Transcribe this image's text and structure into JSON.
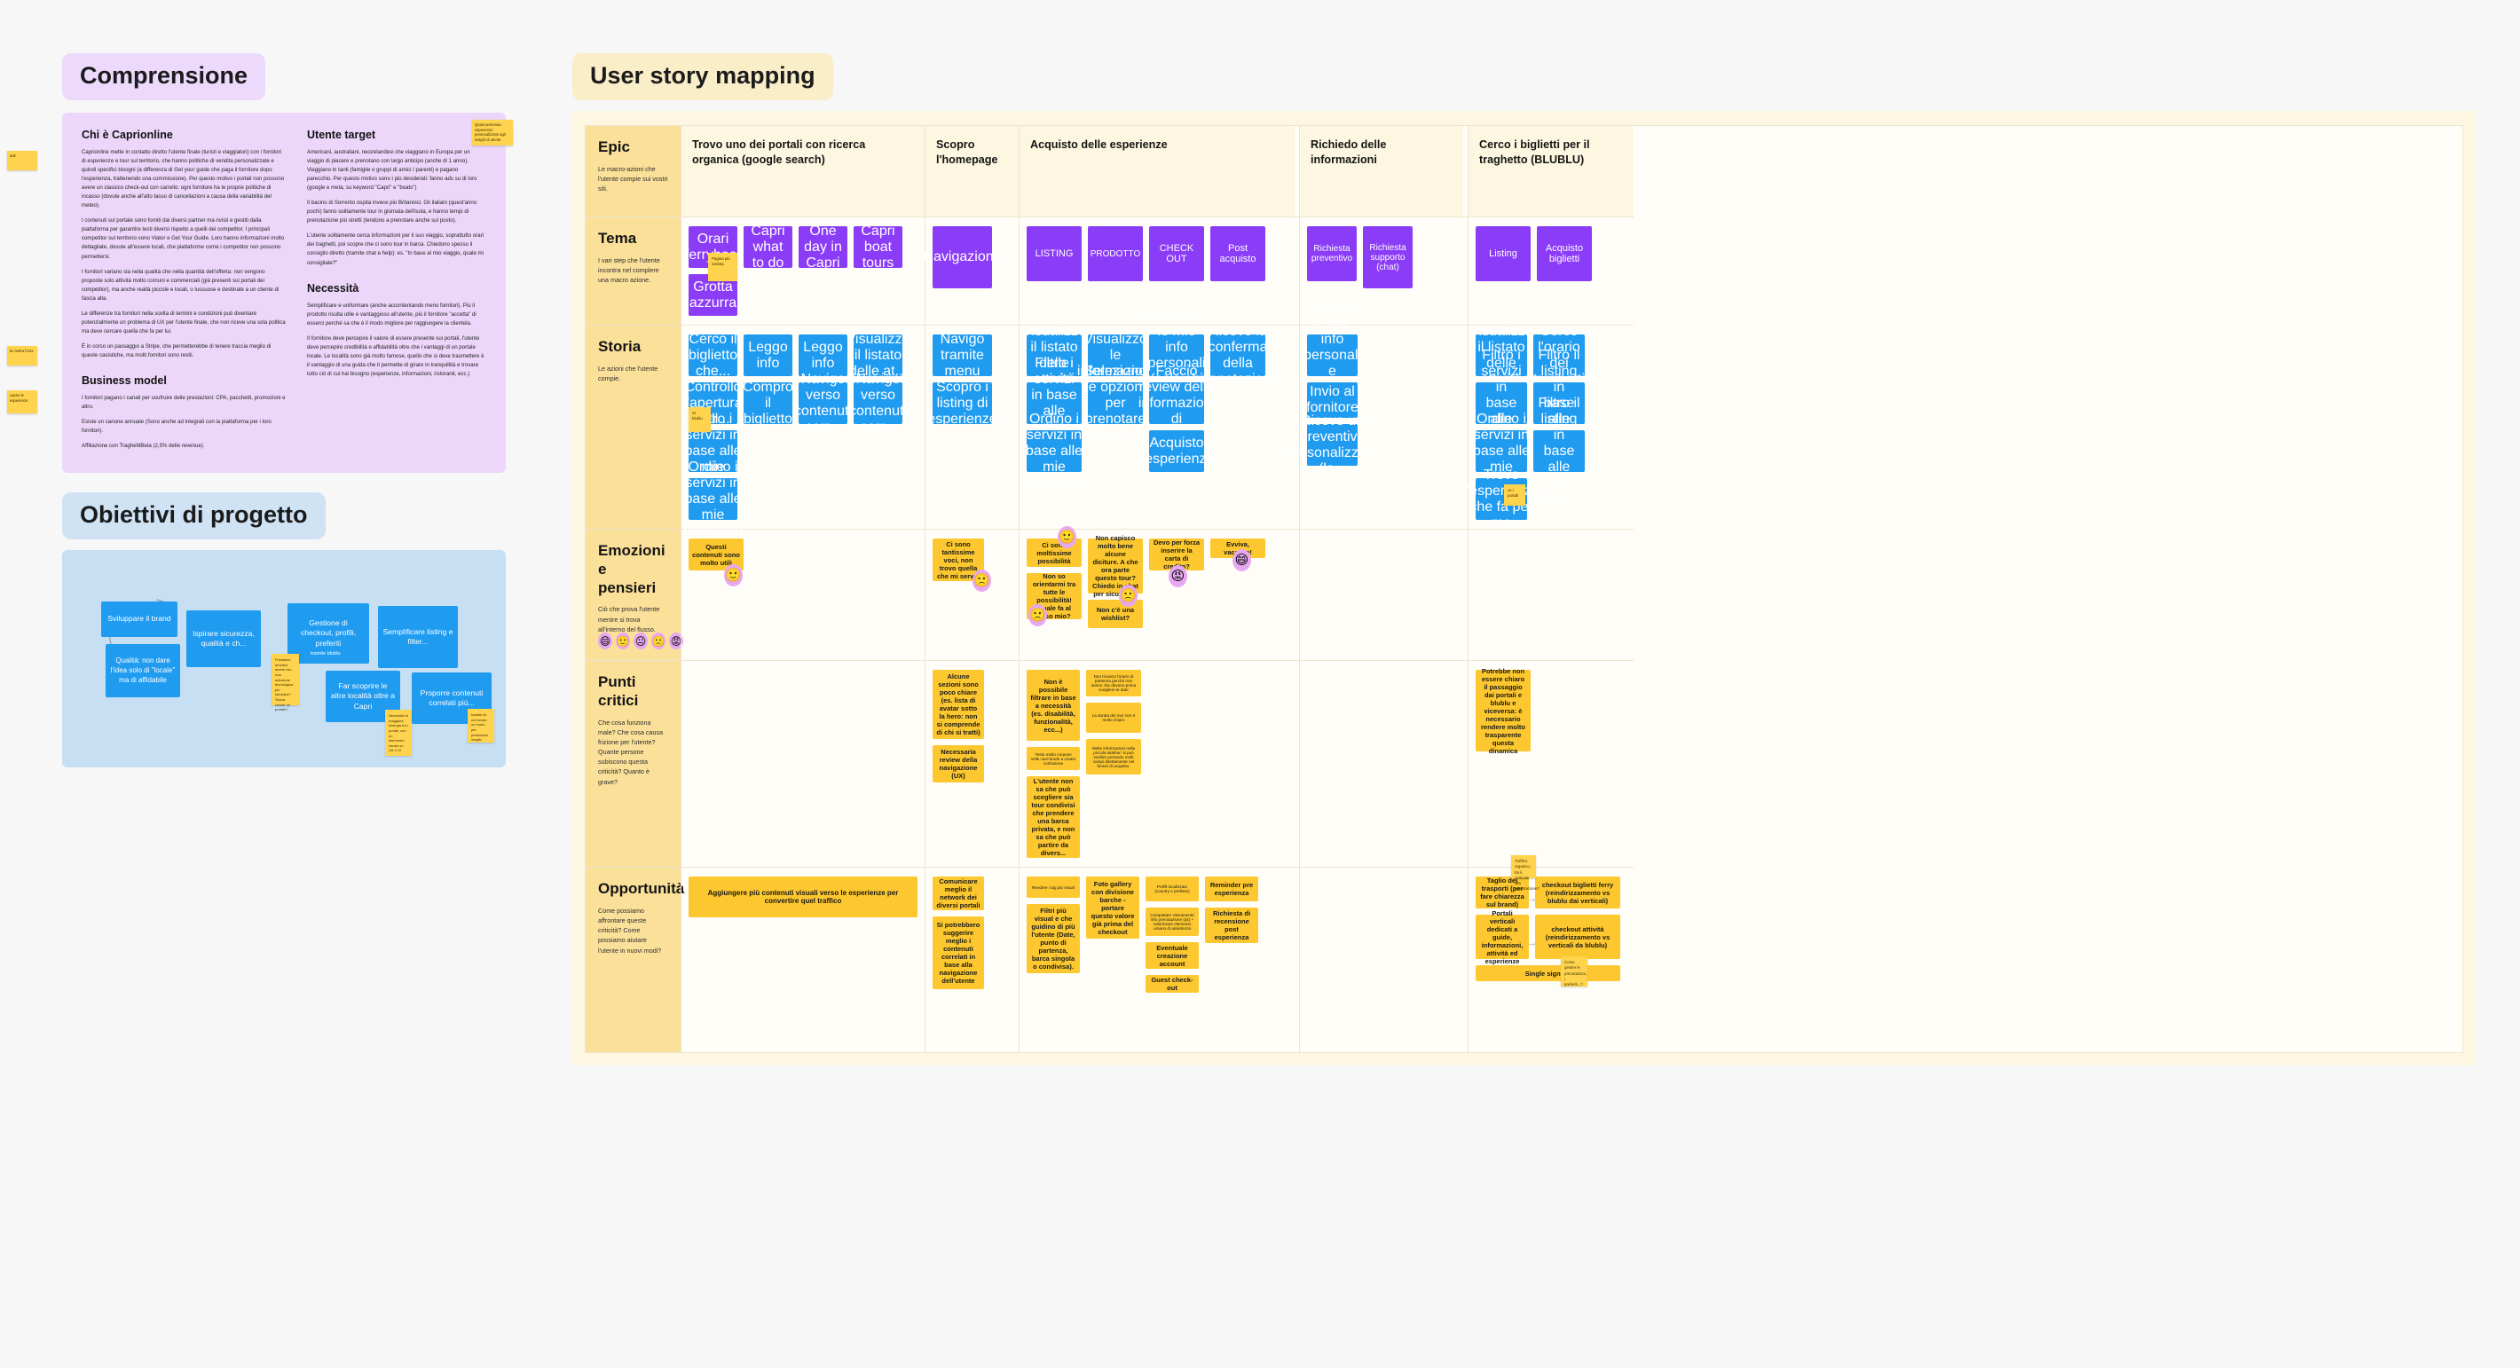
{
  "left": {
    "comprensione_title": "Comprensione",
    "obiettivi_title": "Obiettivi di progetto",
    "chi_title": "Chi è Caprionline",
    "chi_paras": [
      "Caprionline mette in contatto diretto l'utente finale (turisti e viaggiatori) con i fornitori di esperienze e tour sul territorio, che hanno politiche di vendita personalizzate e quindi specifici bisogni (a differenza di Get your guide che paga il fornitore dopo l'esperienza, trattenendo una commissione). Per questo motivo i portali non possono avere un classico check-out con carrello: ogni fornitore ha le proprie politiche di incasso (dovute anche all'alto tasso di cancellazioni a causa della variabilità del meteo).",
      "I contenuti sul portale sono forniti dai diversi partner ma rivisti e gestiti dalla piattaforma per garantire testi diversi rispetto a quelli dei competitor. I principali competitor sul territorio sono Viator e Get Your Guide. Loro hanno informazioni molto dettagliate, dovute all'essere locali, che piattaforme come i competitor non possono permettersi.",
      "I fornitori variano sia nella qualità che nella quantità dell'offerta: non vengono proposte solo attività molto comuni e commerciali (già presenti sui portali dei competitor), ma anche realtà piccole e locali, o lussuose e destinate a un cliente di fascia alta.",
      "Le differenze tra fornitori nella scelta di termini e condizioni può diventare potenzialmente un problema di UX per l'utente finale, che non riceve una sola politica ma deve cercare quella che fa per lui.",
      "È in corso un passaggio a Stripe, che permetterebbe di tenere traccia meglio di queste casistiche, ma molti fornitori sono restii."
    ],
    "business_title": "Business model",
    "business_paras": [
      "I fornitori pagano i canali per usufruire delle prestazioni: CPA, pacchetti, promozioni e altro.",
      "Esiste un canone annuale (Sono anche ad integrati con la piattaforma per i loro fornitori).",
      "Affiliazione con TraghettiBeta (2,5% delle revenue)."
    ],
    "utente_title": "Utente target",
    "utente_paras": [
      "Americani, australiani, neozelandesi che viaggiano in Europa per un viaggio di piacere e prenotano con largo anticipo (anche di 1 anno). Viaggiano in tanti (famiglie o gruppi di amici / parenti) e pagano parecchio. Per questo motivo sono i più desiderati: fanno ads su di loro (google e meta, su keyword \"Capri\" e \"boats\")",
      "Il bacino di Sorrento ospita invece più Britannici. Gli italiani (quest'anno pochi) fanno solitamente tour in giornata dell'isola, e hanno tempi di prenotazione più stretti (tendono a prenotare anche sul posto).",
      "L'utente solitamente cerca informazioni per il suo viaggio, soprattutto orari dei traghetti, poi scopre che ci sono tour in barca. Chiedono spesso il consiglio diretto (tramite chat e help): es. \"In base al mio viaggio, quale mi consigliate?\""
    ],
    "necessita_title": "Necessità",
    "necessita_paras": [
      "Semplificare e uniformare (anche accontentando meno fornitori). Più il prodotto risulta utile e vantaggioso all'utente, più il fornitore \"accetta\" di esserci perché sa che è il modo migliore per raggiungere la clientela.",
      "Il fornitore deve percepire il valore di essere presente sui portali, l'utente deve percepire credibilità e affidabilità oltre che i vantaggi di un portale locale. Le località sono già molto famose, quello che si deve trasmettere è il vantaggio di una guida che ti permette di girare in tranquillità e trovare tutto ciò di cui hai bisogno (esperienze, informazioni, ristoranti, ecc.)"
    ],
    "side_note_top": "Quasi personas: esperienze personalizzate agli insight di utente",
    "mini_stickies": [
      {
        "text": "ads"
      },
      {
        "text": "la nostra forza"
      },
      {
        "text": "capire le esperienze"
      }
    ],
    "goals": [
      {
        "label": "Sviluppare il brand"
      },
      {
        "label": "Qualità: non dare l'idea solo di \"locale\" ma di affidabile"
      },
      {
        "label": "Ispirare sicurezza, qualità e ch..."
      },
      {
        "label": "Gestione di checkout, profili, preferiti"
      },
      {
        "label": "Semplificare listing e filter..."
      },
      {
        "label": "Far scoprire le altre località oltre a Capri"
      },
      {
        "label": "Proporre contenuti correlati più..."
      }
    ],
    "goal_sub_blublu": "tramite blublu",
    "goal_notes": [
      {
        "text": "Possiamo arrivarci anche con una soluzione tecnologica più semplice? Senza creare un portale?"
      },
      {
        "text": "Necessità di maggiore sinergia tra i portali, con un intervento mirato su UX e UI"
      },
      {
        "text": "tramite AI: va trovato un modo per presentarli meglio"
      }
    ]
  },
  "board": {
    "title": "User story mapping",
    "rows": [
      {
        "title": "Epic",
        "desc": "Le macro-azioni che l'utente compie sui vostri siti."
      },
      {
        "title": "Tema",
        "desc": "I vari step che l'utente incontra nel complere una macro azione."
      },
      {
        "title": "Storia",
        "desc": "Le azioni che l'utente compie."
      },
      {
        "title": "Emozioni e pensieri",
        "desc": "Ciò che prova l'utente mentre si trova all'interno del flusso."
      },
      {
        "title": "Punti critici",
        "desc": "Che cosa funziona male? Che cosa causa frizione per l'utente? Quante persone subiscono questa criticità? Quanto è grave?"
      },
      {
        "title": "Opportunità",
        "desc": "Come possiamo affrontare queste criticità? Come possiamo aiutare l'utente in nuovi modi?"
      }
    ],
    "epics": [
      "Trovo uno dei portali con ricerca organica (google search)",
      "Scopro l'homepage",
      "Acquisto delle esperienze",
      "Richiedo delle informazioni",
      "Cerco i biglietti per il traghetto (BLUBLU)"
    ],
    "tema": {
      "c1": [
        "Orari ferryboat",
        "Capri what to do",
        "One day in Capri",
        "Capri boat tours",
        "Grotta azzurra"
      ],
      "c1_note": "Pagina più visitata",
      "c2": [
        "Navigazione"
      ],
      "c3": [
        "LISTING",
        "PRODOTTO",
        "CHECK OUT",
        "Post acquisto"
      ],
      "c4": [
        "Richiesta preventivo",
        "Richiesta supporto (chat)"
      ],
      "c5": [
        "Listing",
        "Acquisto biglietti"
      ]
    },
    "storia": {
      "c1": [
        "Cerco il biglietto che...",
        "Leggo info",
        "Leggo info",
        "Visualizzo il listato delle at...",
        "Controllo l'apertura dell...",
        "Compro il biglietto",
        "Navigo verso contenuti corr...",
        "Navigo verso contenuti corr...",
        "Filtro i servizi in base alle mie necessità",
        "Ordino i servizi in base alle mie necessità"
      ],
      "c1_note": "vs blublu",
      "c2": [
        "Navigo tramite menu",
        "Scopro i listing di esperienze"
      ],
      "c3": [
        "Visualizzo il listato delle attività",
        "Visualizzo le informazioni",
        "Inserisco le mie info personali (solo chi prenota)",
        "Ricevo la conferma della prenotazione",
        "Filtro i servizi in base alle mie nece...",
        "Seleziono le opzioni per prenotare l'esperienza",
        "Faccio review delle informazioni di prenotazione",
        "Ordino i servizi in base alle mie necessità",
        "Acquisto l'esperienza"
      ],
      "c4": [
        "Inserisco le mie info personali e richieste eventuali",
        "Invio al fornitore",
        "Ricevo un preventivo personalizzato (la..."
      ],
      "c5": [
        "Visualizzo il listato delle attività",
        "Cerco l'orario dei traghetti",
        "Filtro i servizi in base alle mie nece...",
        "Filtro il listing in base alle mie nece...",
        "Ordino i servizi in base alle mie necessità",
        "Filtro il listing in base alle mie nece...",
        "Trovo l'esperienza che fa per me"
      ],
      "c5_note": "vs i portali"
    },
    "emozioni": {
      "c1": [
        "Questi contenuti sono molto utili"
      ],
      "c2": [
        "Ci sono tantissime voci, non trovo quella che mi serve!"
      ],
      "c3": [
        "Ci sono moltissime possibilità",
        "Non so orientarmi tra tutte le possibilità! Quale fa al caso mio?",
        "Non capisco molto bene alcune diciture. A che ora parte questo tour? Chiedo in chat per sicurezza.",
        "Non c'è una wishlist?",
        "Devo per forza inserire la carta di credito?",
        "Evviva, vacanze!"
      ]
    },
    "punti_critici": {
      "c2": [
        "Alcune sezioni sono poco chiare (es. lista di avatar sotto la hero: non si comprende di chi si tratti)",
        "Necessaria review della navigazione (UX)"
      ],
      "c3_large": [
        "Non è possibile filtrare in base a necessità (es. disabilità, funzionalità, ecc...)",
        "L'utente non sa che può scegliere sia tour condivisi che prendere una barca privata, e non sa che può partire da divers..."
      ],
      "c3_small": [
        "Testo molto corposo nelle card tende a creare confusione"
      ],
      "c3b_small": [
        "Non trovano l'orario di partenza perché non sanno che devono prima scegliere le date",
        "La durata dei tour non è molto chiaro",
        "Molte informazioni nella piccola sidebar: si può snellire portando molti campi direttamente nel funnel di acquisto."
      ],
      "c5": [
        "Potrebbe non essere chiaro il passaggio dai portali e blublu e viceversa: è necessario rendere molto trasparente questa dinamica"
      ]
    },
    "opportunita": {
      "c1": [
        "Aggiungere più contenuti visuali verso le esperienze per convertire quel traffico"
      ],
      "c2": [
        "Comunicare meglio il network dei diversi portali",
        "Si potrebbero suggerire meglio i contenuti correlati in base alla navigazione dell'utente"
      ],
      "c3_a_small": [
        "Rendere i tag più visual"
      ],
      "c3_a_large": [
        "Filtri più visual e che guidino di più l'utente (Date, punto di partenza, barca singola o condivisa)."
      ],
      "c3_b": [
        "Foto gallery con divisione barche - portare questo valore già prima del checkout"
      ],
      "c3_c_small": [
        "Prefill localizzato (country e prefisso)",
        "Compattare visivamente info prenotazione (dx) + valorizzare elemento umano di assistenza"
      ],
      "c3_c_large": [
        "Eventuale creazione account",
        "Guest check-out"
      ],
      "c3_d": [
        "Reminder pre esperienza",
        "Richiesta di recensione post esperienza"
      ],
      "c5": [
        "Taglio dei trasporti (per fare chiarezza sul brand)",
        "checkout biglietti ferry (reindirizzamento vs blublu dai verticali)",
        "Portali verticali dedicati a guide, informazioni, attività ed esperienze",
        "checkout attività (reindirizzamento vs verticali da blublu)",
        "Single sign-on"
      ],
      "c5_note_top": "Traffico organico, tra il verticale alla prenotazione?",
      "c5_note_bottom": "Come gestire le prenotazioni, i preferiti...?"
    }
  },
  "colors": {
    "purple_card": "#8b3cf7",
    "blue_card": "#1f9bf0",
    "yellow_card": "#fdc82f",
    "sticky": "#ffd34d",
    "row_label_bg": "#fbe09a",
    "board_bg": "#fdf6e0"
  }
}
